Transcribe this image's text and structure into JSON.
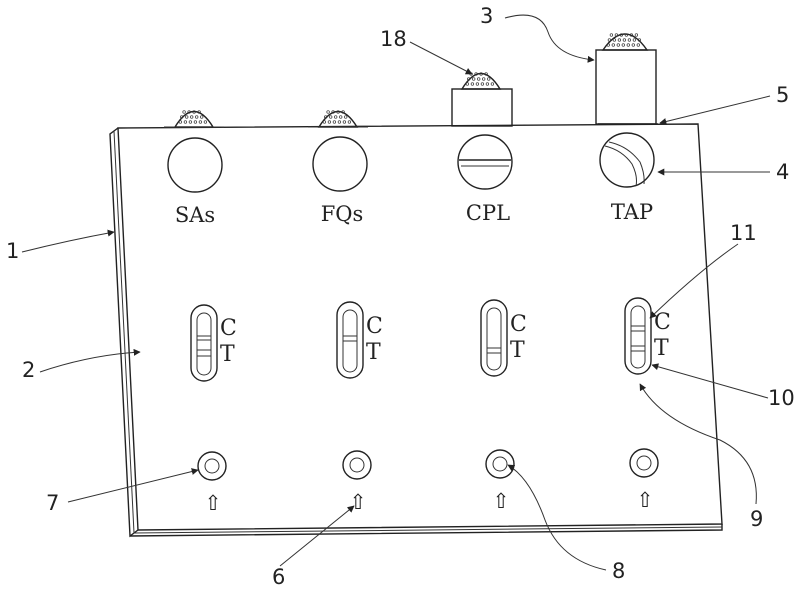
{
  "wells": [
    {
      "label": "SAs"
    },
    {
      "label": "FQs"
    },
    {
      "label": "CPL"
    },
    {
      "label": "TAP"
    }
  ],
  "strip": {
    "c_label": "C",
    "t_label": "T"
  },
  "arrow_glyph": "⇧",
  "callouts": {
    "n1": "1",
    "n2": "2",
    "n3": "3",
    "n4": "4",
    "n5": "5",
    "n6": "6",
    "n7": "7",
    "n8": "8",
    "n9": "9",
    "n10": "10",
    "n11": "11",
    "n18": "18"
  }
}
